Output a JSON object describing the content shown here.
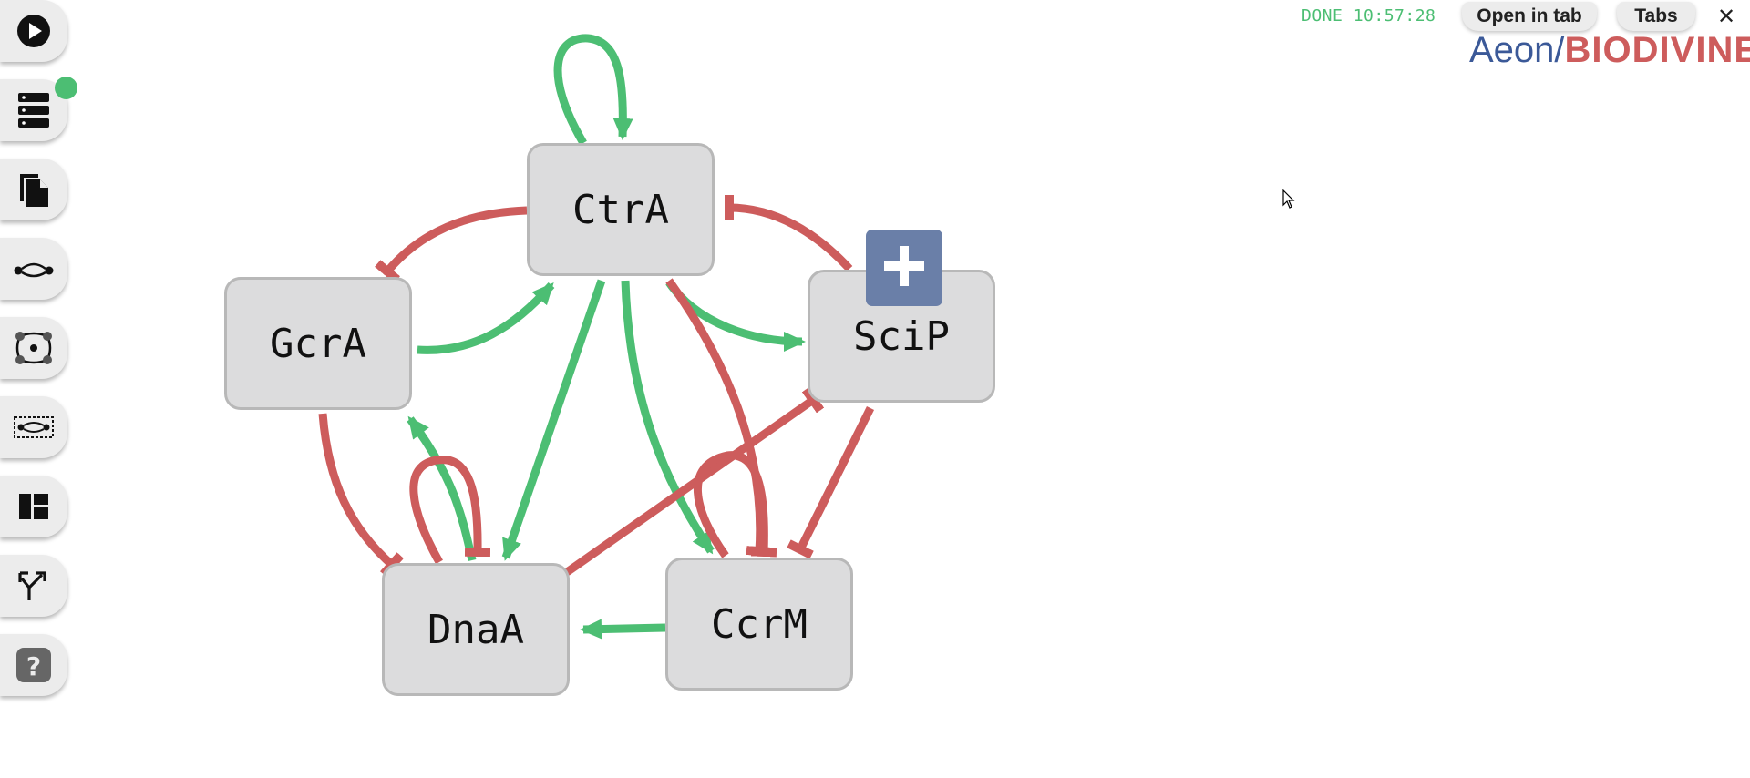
{
  "toolbar": {
    "items": [
      {
        "icon": "play-icon"
      },
      {
        "icon": "database-icon",
        "notification": true
      },
      {
        "icon": "files-icon"
      },
      {
        "icon": "edge-regulation-icon"
      },
      {
        "icon": "network-graph-icon"
      },
      {
        "icon": "selection-icon"
      },
      {
        "icon": "dashboard-icon"
      },
      {
        "icon": "fork-icon"
      },
      {
        "icon": "help-icon"
      }
    ],
    "notification_color": "#4cbe73"
  },
  "status": {
    "state": "DONE",
    "time": "10:57:28",
    "color": "#4cbe73"
  },
  "header": {
    "open_in_tab": "Open in tab",
    "tabs": "Tabs",
    "close": "✕"
  },
  "logo": {
    "part1": "Aeon/",
    "part2": "BIODIVINE",
    "color1": "#3b5998",
    "color2": "#cd5c5c"
  },
  "graph": {
    "colors": {
      "activation": "#4cbe73",
      "inhibition": "#cd5c5c",
      "node_fill": "#dcdcdd",
      "add_button": "#6a7fa8"
    },
    "nodes": [
      {
        "id": "CtrA",
        "label": "CtrA"
      },
      {
        "id": "GcrA",
        "label": "GcrA"
      },
      {
        "id": "SciP",
        "label": "SciP"
      },
      {
        "id": "DnaA",
        "label": "DnaA"
      },
      {
        "id": "CcrM",
        "label": "CcrM"
      }
    ],
    "edges": [
      {
        "from": "CtrA",
        "to": "CtrA",
        "type": "activation"
      },
      {
        "from": "CtrA",
        "to": "GcrA",
        "type": "inhibition"
      },
      {
        "from": "SciP",
        "to": "CtrA",
        "type": "inhibition"
      },
      {
        "from": "GcrA",
        "to": "CtrA",
        "type": "activation"
      },
      {
        "from": "CtrA",
        "to": "SciP",
        "type": "activation"
      },
      {
        "from": "CtrA",
        "to": "DnaA",
        "type": "activation"
      },
      {
        "from": "CtrA",
        "to": "CcrM",
        "type": "activation"
      },
      {
        "from": "CtrA",
        "to": "CcrM",
        "type": "inhibition"
      },
      {
        "from": "GcrA",
        "to": "DnaA",
        "type": "inhibition"
      },
      {
        "from": "DnaA",
        "to": "GcrA",
        "type": "activation"
      },
      {
        "from": "DnaA",
        "to": "DnaA",
        "type": "inhibition"
      },
      {
        "from": "DnaA",
        "to": "SciP",
        "type": "inhibition"
      },
      {
        "from": "CcrM",
        "to": "CcrM",
        "type": "inhibition"
      },
      {
        "from": "SciP",
        "to": "CcrM",
        "type": "inhibition"
      },
      {
        "from": "CcrM",
        "to": "DnaA",
        "type": "activation"
      }
    ]
  }
}
